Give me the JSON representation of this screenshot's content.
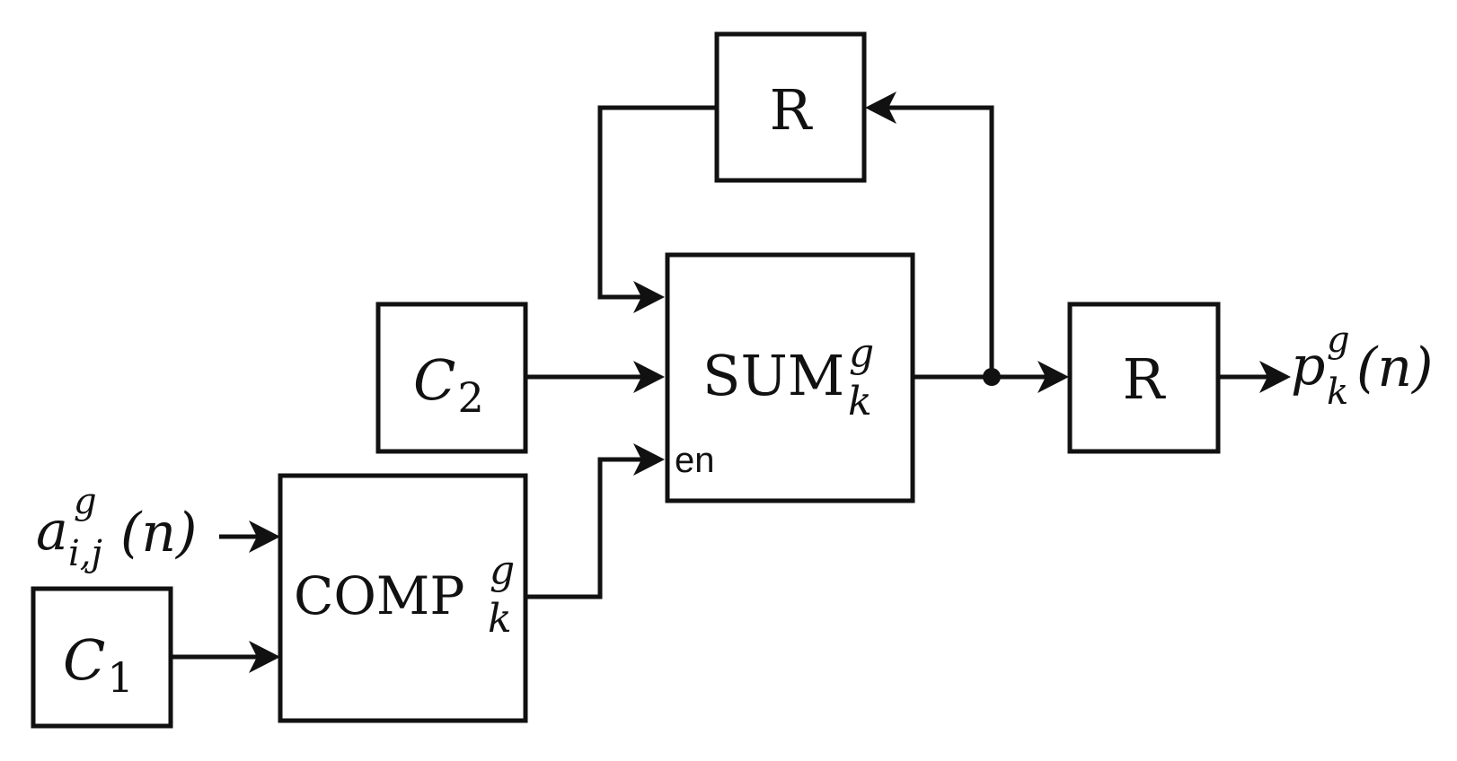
{
  "blocks": {
    "register_top": {
      "label": "R"
    },
    "register_out": {
      "label": "R"
    },
    "sum": {
      "name": "SUM",
      "sup": "g",
      "sub": "k",
      "enable_label": "en"
    },
    "comp": {
      "name": "COMP",
      "sup": "g",
      "sub": "k"
    },
    "const1": {
      "name": "C",
      "sub": "1"
    },
    "const2": {
      "name": "C",
      "sub": "2"
    }
  },
  "signals": {
    "input": {
      "base": "a",
      "sup": "g",
      "sub": "i,j",
      "arg": "(n)"
    },
    "output": {
      "base": "p",
      "sup": "g",
      "sub": "k",
      "arg": "(n)"
    }
  },
  "colors": {
    "stroke": "#111111",
    "background": "#ffffff"
  }
}
